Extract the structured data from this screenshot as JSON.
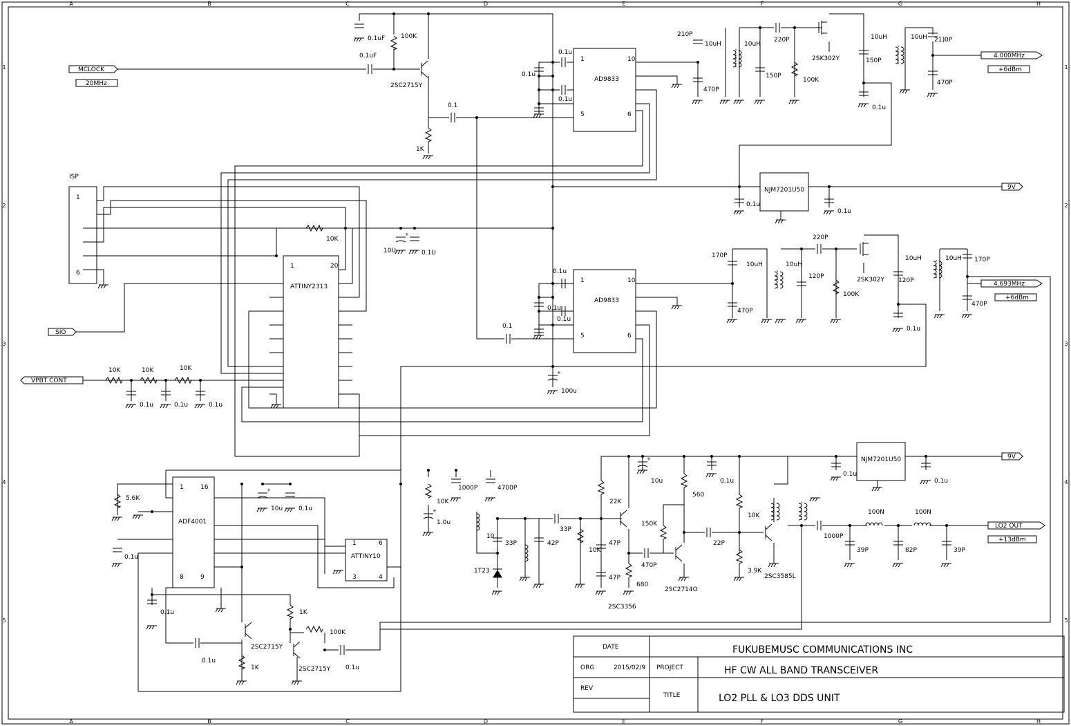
{
  "border": {
    "columns": [
      "A",
      "B",
      "C",
      "D",
      "E",
      "F",
      "G",
      "H"
    ],
    "rows": [
      "1",
      "2",
      "3",
      "4",
      "5"
    ]
  },
  "title_block": {
    "date_label": "DATE",
    "org_label": "ORG",
    "org_date": "2015/02/9",
    "rev_label": "REV",
    "company": "FUKUBEMUSC COMMUNICATIONS INC",
    "project_label": "PROJECT",
    "project": "HF CW ALL BAND TRANSCEIVER",
    "title_label": "TITLE",
    "title": "LO2 PLL & LO3 DDS UNIT"
  },
  "ports": {
    "mclock": "MCLOCK",
    "mclock_freq": "20MHz",
    "sio": "SIO",
    "vpbt": "VPBT CONT",
    "out1": "4.000MHz",
    "out1_level": "+6dBm",
    "out2": "4.693MHz",
    "out2_level": "+6dBm",
    "v9_top": "9V",
    "v9_bot": "9V",
    "lo2": "LO2 OUT",
    "lo2_level": "+13dBm"
  },
  "ics": {
    "dds1": "AD9833",
    "dds2": "AD9833",
    "mcu": "ATTINY2313",
    "isp": "ISP",
    "reg1": "NJM7201U50",
    "reg2": "NJM7201U50",
    "pll": "ADF4001",
    "tiny10": "ATTINY10"
  },
  "pins": {
    "dds1_1": "1",
    "dds1_10": "10",
    "dds1_5": "5",
    "dds1_6": "6",
    "dds2_1": "1",
    "dds2_10": "10",
    "dds2_5": "5",
    "dds2_6": "6",
    "mcu_1": "1",
    "mcu_20": "20",
    "isp_1": "1",
    "isp_6": "6",
    "pll_1": "1",
    "pll_16": "16",
    "pll_8": "8",
    "pll_9": "9",
    "t10_1": "1",
    "t10_6": "6",
    "t10_3": "3",
    "t10_4": "4"
  },
  "parts": {
    "c_01uf_a": "0.1uF",
    "r_100k_a": "100K",
    "c_01uf_b": "0.1uF",
    "q_2sc2715y_a": "2SC2715Y",
    "c_01_a": "0.1",
    "r_1k_a": "1K",
    "c_01u_d1a": "0.1u",
    "c_01u_d1b": "0.1u",
    "c_01u_d1c": "0.1u",
    "c_210p": "210P",
    "l_10uh_a": "10uH",
    "c_470p_a": "470P",
    "l_10uh_b": "10uH",
    "c_220p_a": "220P",
    "c_150p_a": "150P",
    "r_100k_b": "100K",
    "q_2sk302y_a": "2SK302Y",
    "l_10uh_c": "10uH",
    "c_150p_b": "150P",
    "l_10uh_d": "10uH",
    "c_210p_b": "21]0P",
    "c_470p_b": "470P",
    "c_01u_e": "0.1u",
    "c_01u_reg1a": "0.1u",
    "c_01u_reg1b": "0.1u",
    "r_10k_a": "10K",
    "c_10u_a": "10U",
    "c_01u_f": "0.1U",
    "c_01u_d2a": "0.1u",
    "c_01u_d2b": "0.1u",
    "c_01u_d2c": "0.1u",
    "c_01_b": "0.1",
    "c_100u": "100u",
    "c_170p_a": "170P",
    "l_10uh_e": "10uH",
    "c_470p_c": "470P",
    "l_10uh_f": "10uH",
    "c_220p_b": "220P",
    "c_120p_a": "120P",
    "r_100k_c": "100K",
    "q_2sk302y_b": "2SK302Y",
    "l_10uh_g": "10uH",
    "c_120p_b": "120P",
    "l_10uh_h": "10uH",
    "c_170p_b": "170P",
    "c_470p_d": "470P",
    "c_01u_g": "0.1u",
    "r_10k_b": "10K",
    "r_10k_c": "10K",
    "r_10k_d": "10K",
    "c_01u_h": "0.1u",
    "c_01u_i": "0.1u",
    "c_01u_j": "0.1u",
    "r_56k": "5.6K",
    "c_10u_b": "10u",
    "c_01u_k": "0.1u",
    "c_01u_l": "0.1u",
    "c_01u_m": "0.1u",
    "q_2sc2715y_b": "2SC2715Y",
    "r_1k_b": "1K",
    "c_01u_n": "0.1u",
    "r_1k_c": "1K",
    "r_100k_d": "100K",
    "q_2sc2715y_c": "2SC2715Y",
    "c_01u_o": "0.1u",
    "r_10k_e": "10K",
    "c_1000p_a": "1000P",
    "c_4700p": "4700P",
    "c_1u": "1.0u",
    "c_10_vco": "10",
    "c_33p_a": "33P",
    "d_1t23": "1T23",
    "c_42p": "42P",
    "c_33p_b": "33P",
    "r_22k": "22K",
    "r_10k_f": "10K",
    "c_47p_a": "47P",
    "c_47p_b": "47P",
    "c_470p_e": "470P",
    "r_680": "680",
    "q_2sc3356": "2SC3356",
    "c_10u_c": "10u",
    "c_01u_p": "0.1u",
    "r_560": "560",
    "r_150k": "150K",
    "c_22p": "22P",
    "q_2sc2714o": "2SC2714O",
    "r_10k_g": "10K",
    "r_39k": "3.9K",
    "q_2sc3585l": "2SC3585L",
    "c_01u_q": "0.1u",
    "c_01u_r": "0.1u",
    "c_1000p_b": "1000P",
    "l_100n_a": "100N",
    "l_100n_b": "100N",
    "c_39p_a": "39P",
    "c_82p": "82P",
    "c_39p_b": "39P"
  }
}
